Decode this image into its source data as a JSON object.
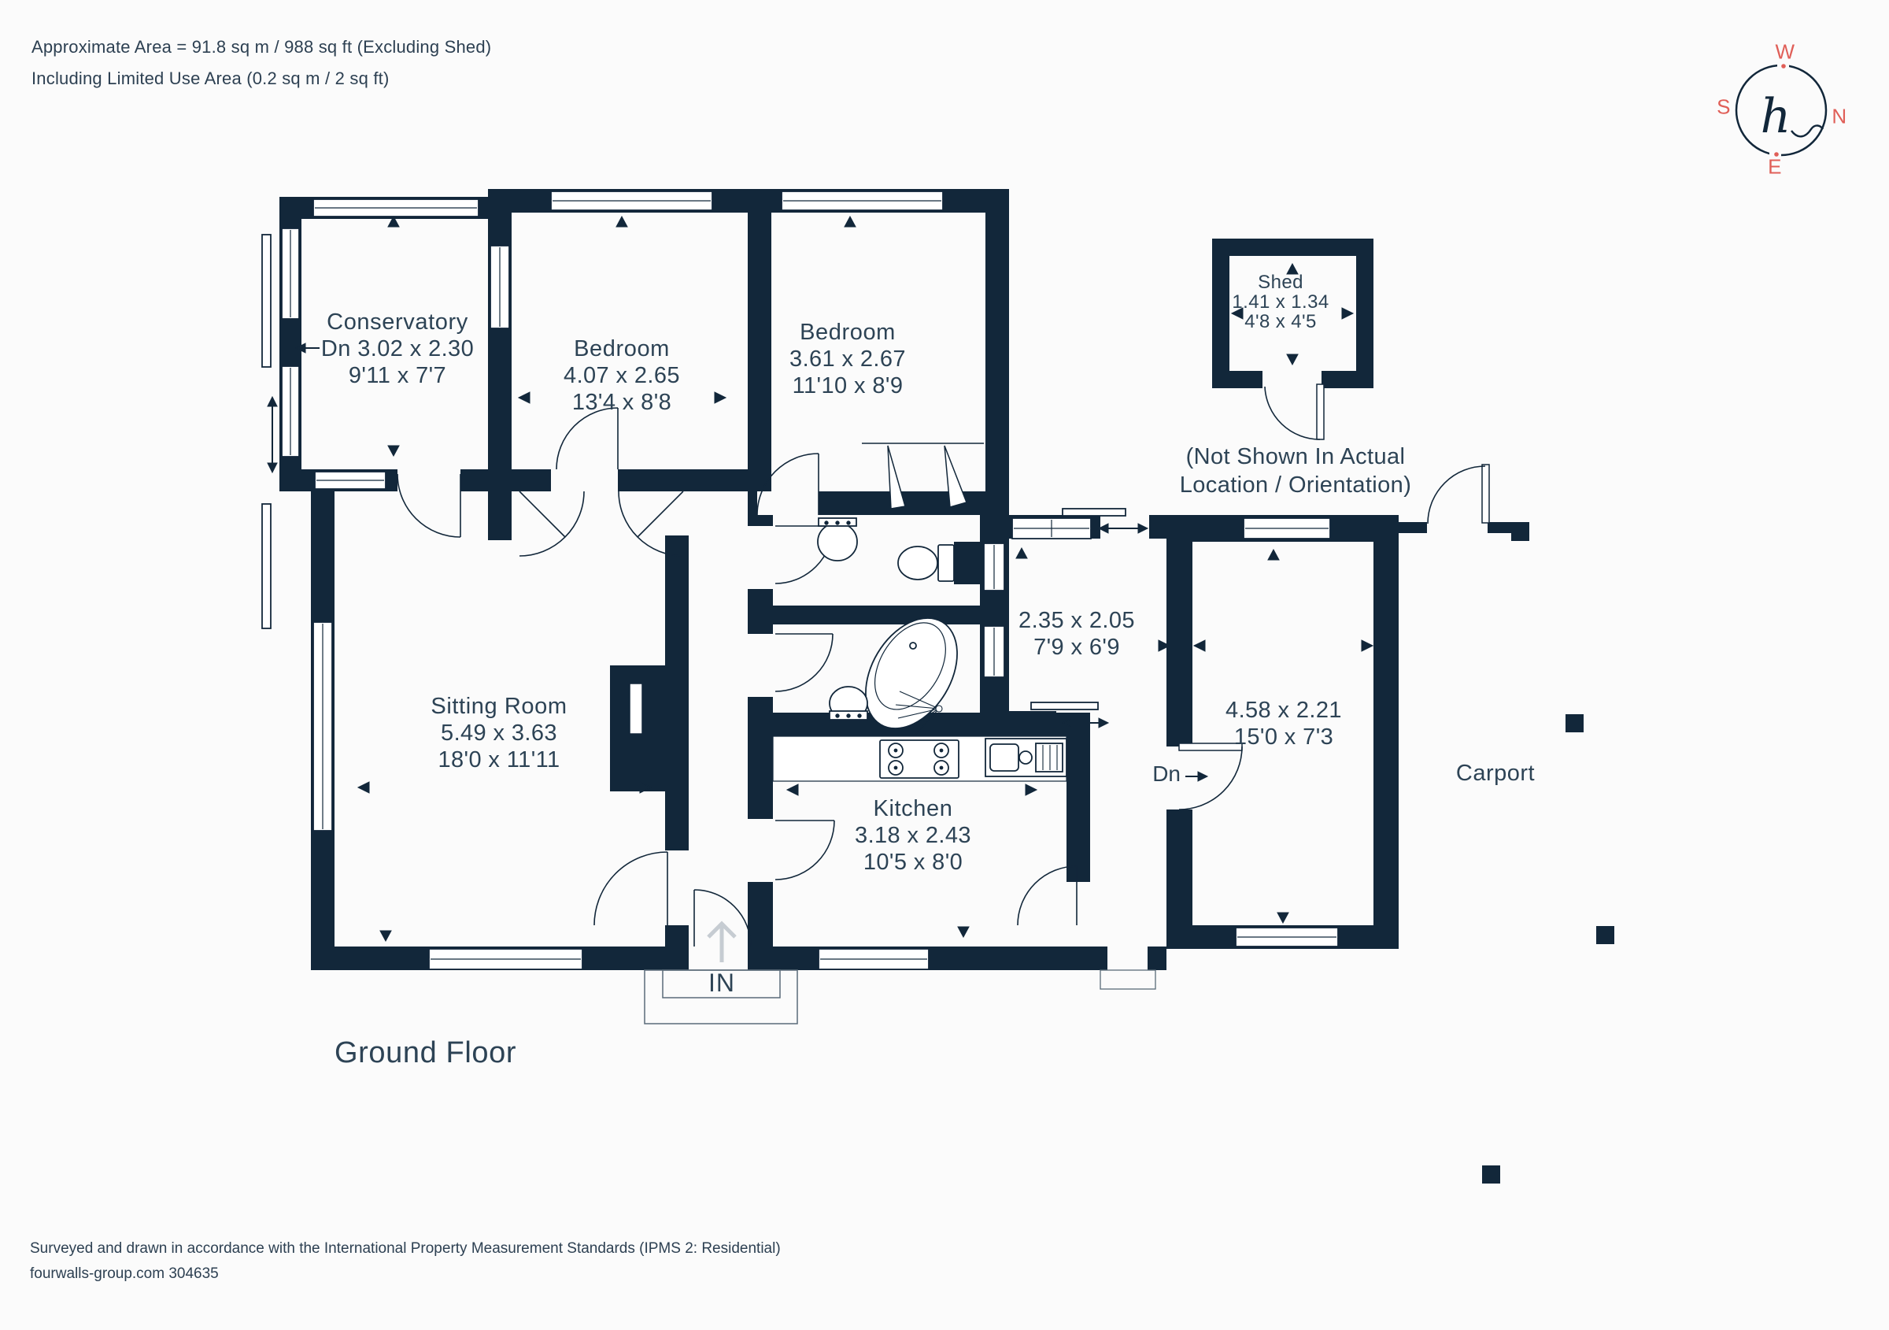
{
  "header": {
    "line1": "Approximate Area = 91.8 sq m / 988 sq ft (Excluding Shed)",
    "line2": "Including Limited Use Area (0.2 sq m / 2 sq ft)"
  },
  "compass": {
    "west": "W",
    "north": "N",
    "east": "E",
    "south": "S",
    "logo": "h"
  },
  "floor": {
    "title": "Ground Floor",
    "entrance": "IN"
  },
  "rooms": {
    "conservatory": {
      "name": "Conservatory",
      "down": "Dn",
      "metric": "3.02 x 2.30",
      "imperial": "9'11 x 7'7"
    },
    "bedroom1": {
      "name": "Bedroom",
      "metric": "4.07 x 2.65",
      "imperial": "13'4 x 8'8"
    },
    "bedroom2": {
      "name": "Bedroom",
      "metric": "3.61 x 2.67",
      "imperial": "11'10 x 8'9"
    },
    "sitting_room": {
      "name": "Sitting Room",
      "metric": "5.49 x 3.63",
      "imperial": "18'0 x 11'11"
    },
    "kitchen": {
      "name": "Kitchen",
      "metric": "3.18 x 2.43",
      "imperial": "10'5 x 8'0"
    },
    "hall": {
      "metric": "2.35 x 2.05",
      "imperial": "7'9 x 6'9"
    },
    "utility": {
      "metric": "4.58 x 2.21",
      "imperial": "15'0 x 7'3",
      "down": "Dn"
    },
    "shed": {
      "name": "Shed",
      "metric": "1.41 x 1.34",
      "imperial": "4'8 x 4'5",
      "note_line1": "(Not Shown In Actual",
      "note_line2": "Location / Orientation)"
    },
    "carport": {
      "name": "Carport"
    }
  },
  "footer": {
    "line1": "Surveyed and drawn in accordance with the International Property Measurement Standards (IPMS 2: Residential)",
    "line2": "fourwalls-group.com 304635"
  },
  "colors": {
    "wall": "#12273a",
    "text": "#2d4355",
    "accent_red": "#e05f58",
    "muted_arrow": "#c6ccd2"
  }
}
